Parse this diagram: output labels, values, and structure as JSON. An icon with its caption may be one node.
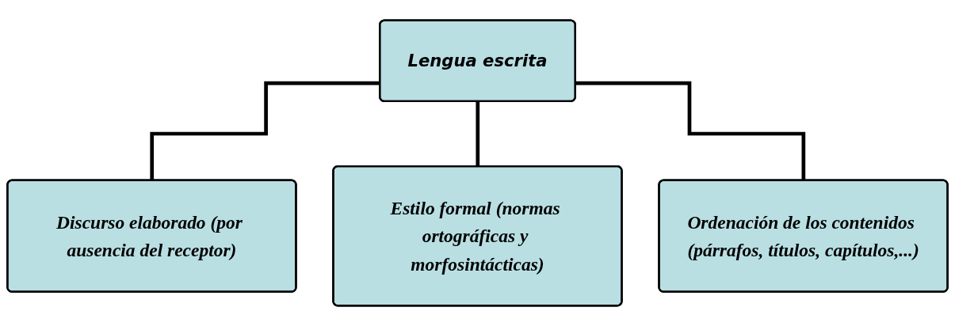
{
  "diagram": {
    "nodes": [
      {
        "text": [
          "Lengua escrita"
        ]
      },
      {
        "text": [
          "Discurso elaborado (por ausencia del receptor)"
        ]
      },
      {
        "text": [
          "Estilo formal (normas ortográficas y morfosintácticas)"
        ]
      },
      {
        "text": [
          "Ordenación de los contenidos (párrafos, títulos, capítulos,...)"
        ]
      }
    ],
    "edges": [
      {
        "from": 0,
        "to": 1,
        "arrow": "none"
      },
      {
        "from": 0,
        "to": 2,
        "arrow": "none"
      },
      {
        "from": 0,
        "to": 3,
        "arrow": "none"
      }
    ]
  }
}
